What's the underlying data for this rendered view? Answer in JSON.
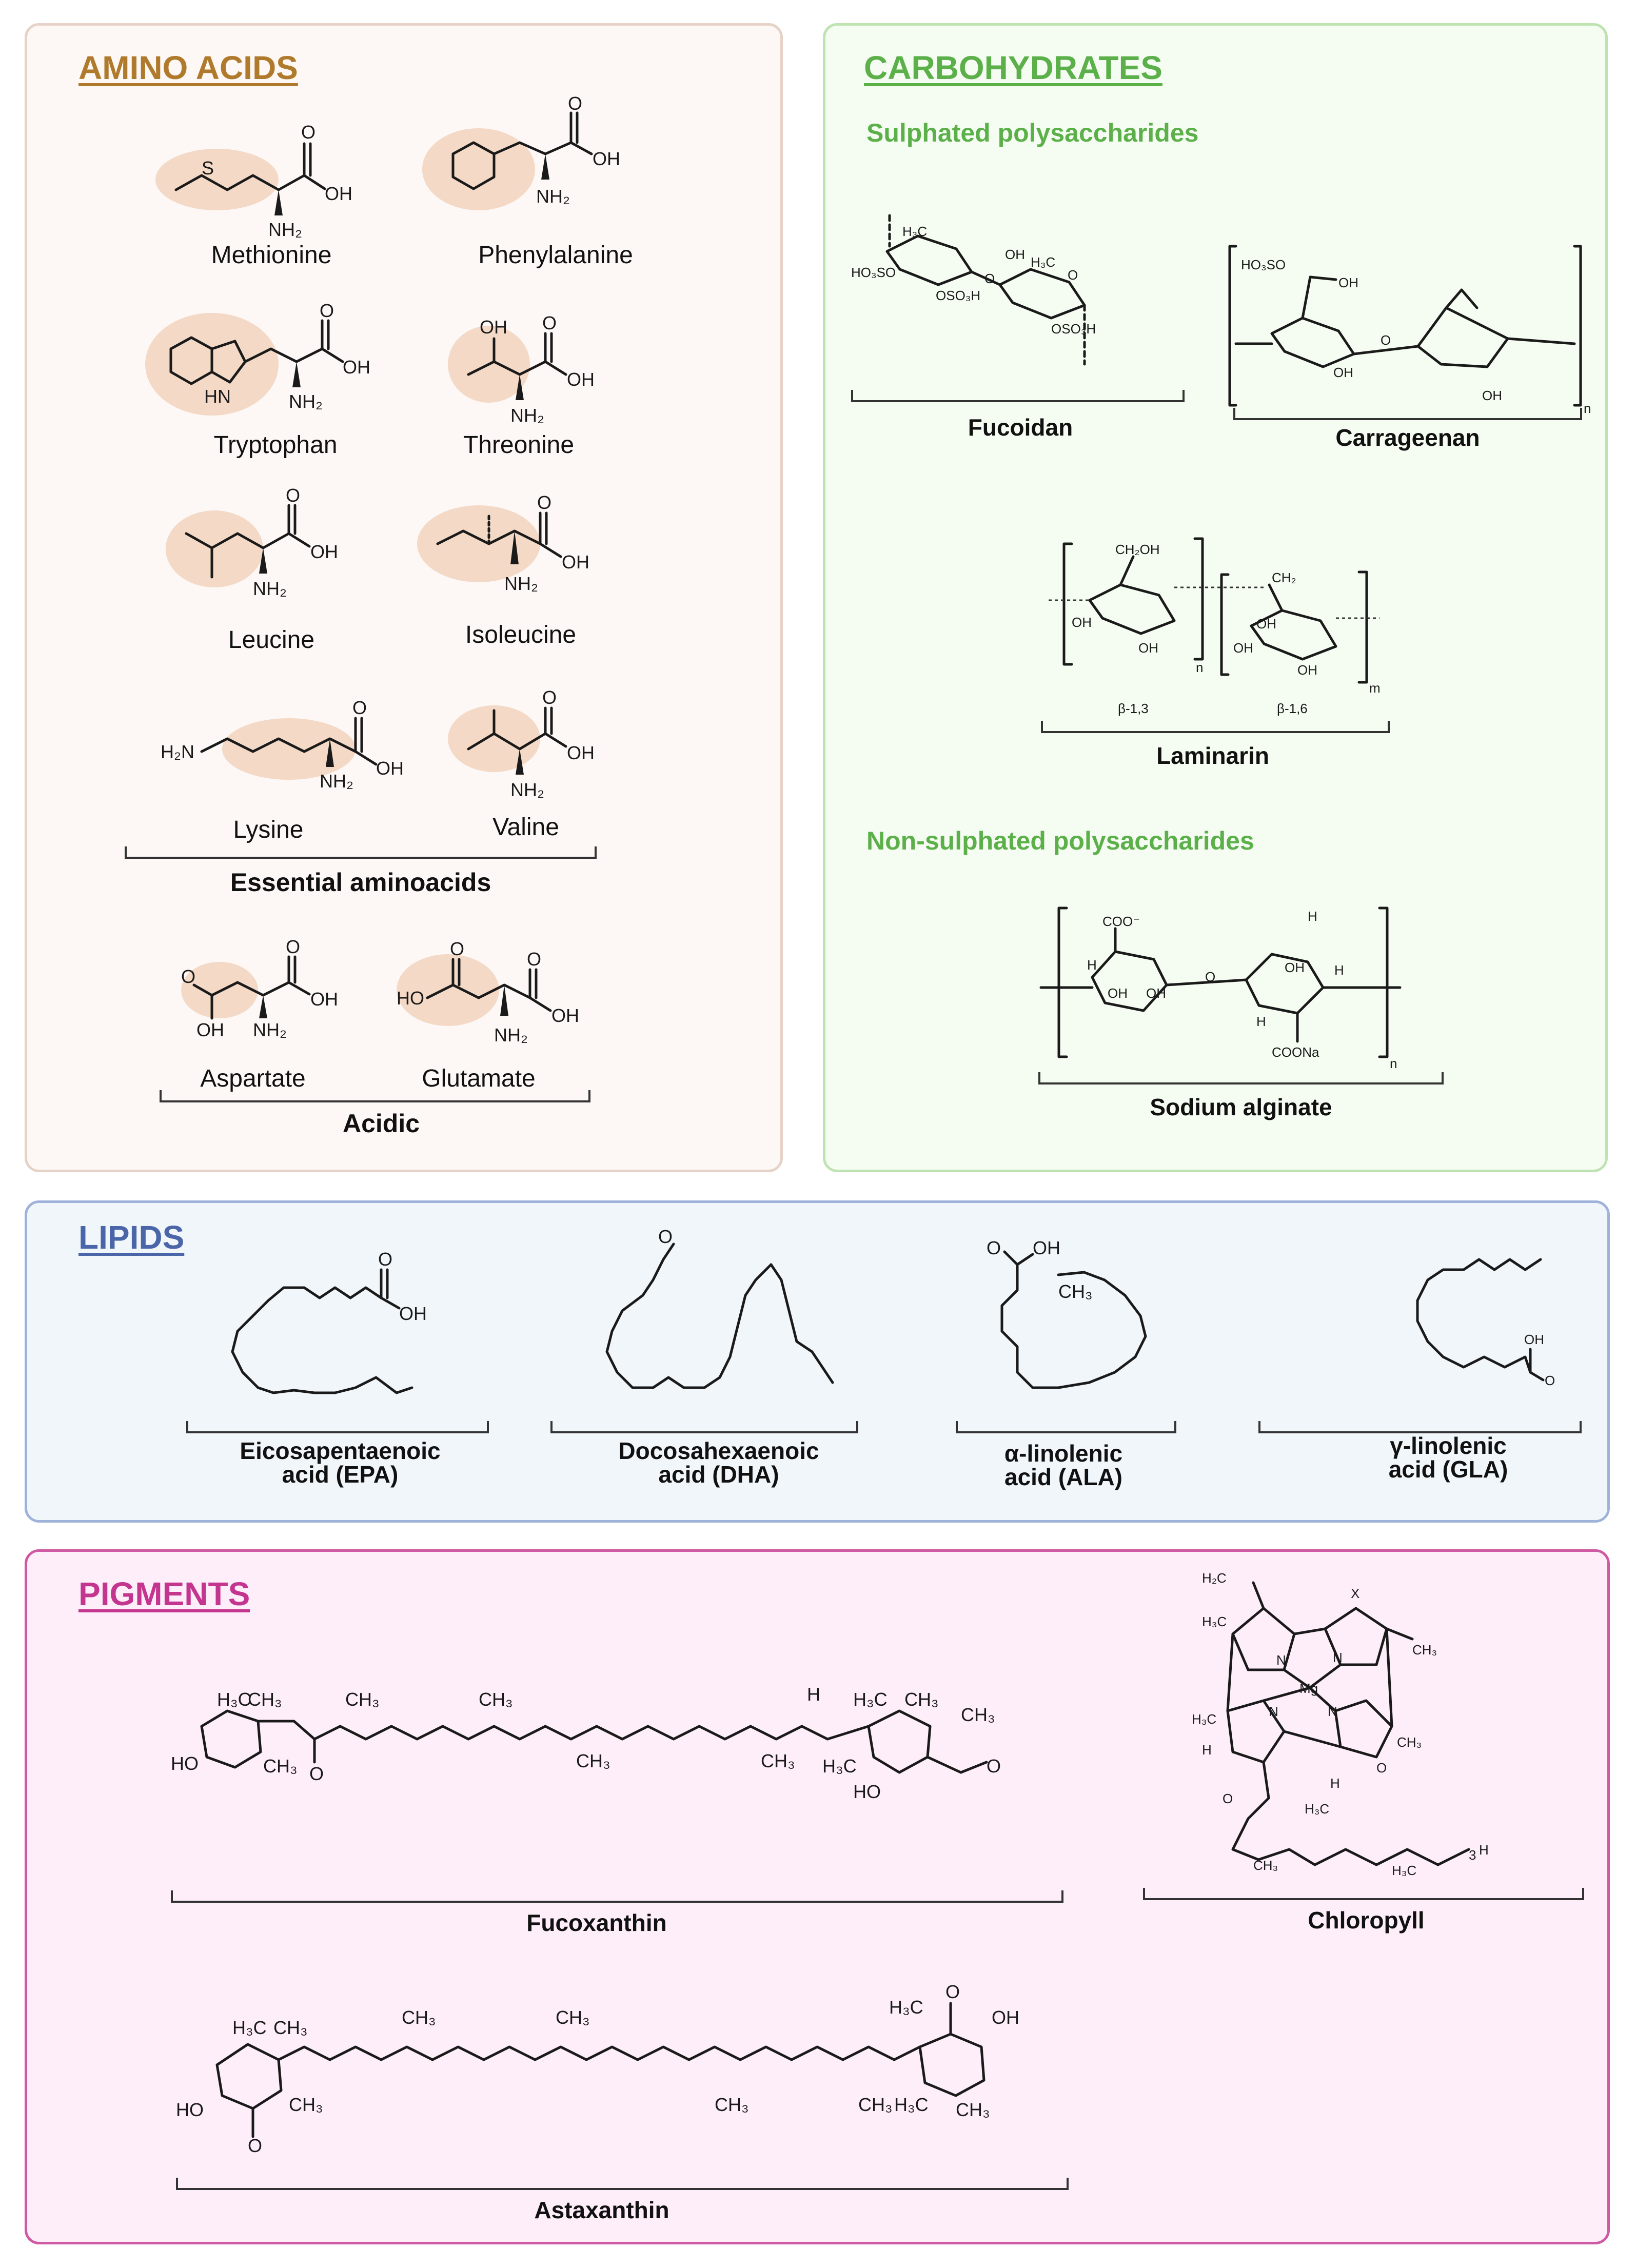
{
  "amino_acids": {
    "title": "AMINO ACIDS",
    "title_color": "#b07a2c",
    "essential": [
      "Methionine",
      "Phenylalanine",
      "Tryptophan",
      "Threonine",
      "Leucine",
      "Isoleucine",
      "Lysine",
      "Valine"
    ],
    "essential_label": "Essential aminoacids",
    "acidic": [
      "Aspartate",
      "Glutamate"
    ],
    "acidic_label": "Acidic"
  },
  "carbohydrates": {
    "title": "CARBOHYDRATES",
    "title_color": "#5cb04a",
    "sulphated_title": "Sulphated polysaccharides",
    "sulphated": [
      "Fucoidan",
      "Carrageenan",
      "Laminarin"
    ],
    "laminarin_links": [
      "β-1,3",
      "β-1,6"
    ],
    "non_sulphated_title": "Non-sulphated polysaccharides",
    "non_sulphated": [
      "Sodium alginate"
    ]
  },
  "lipids": {
    "title": "LIPIDS",
    "title_color": "#4a66a8",
    "items": [
      {
        "line1": "Eicosapentaenoic",
        "line2": "acid (EPA)"
      },
      {
        "line1": "Docosahexaenoic",
        "line2": "acid (DHA)"
      },
      {
        "line1": "α-linolenic",
        "line2": "acid (ALA)"
      },
      {
        "line1": "γ-linolenic",
        "line2": "acid (GLA)"
      }
    ]
  },
  "pigments": {
    "title": "PIGMENTS",
    "title_color": "#c4358f",
    "items": [
      "Fucoxanthin",
      "Chloropyll",
      "Astaxanthin"
    ]
  },
  "atoms": {
    "oh": "OH",
    "o": "O",
    "nh2": "NH₂",
    "h2n": "H₂N",
    "s": "S",
    "hn": "HN",
    "ho": "HO",
    "ch3": "CH₃",
    "h3c": "H₃C",
    "h": "H",
    "mg": "Mg",
    "n": "N",
    "x": "X",
    "h2c": "H₂C",
    "coona": "COONa",
    "coo": "COO⁻",
    "so3": "HO₃SO",
    "oso3h": "OSO₃H",
    "ch2oh": "CH₂OH",
    "ch2": "CH₂",
    "nn": "n",
    "mm": "m",
    "sub3": "3"
  }
}
